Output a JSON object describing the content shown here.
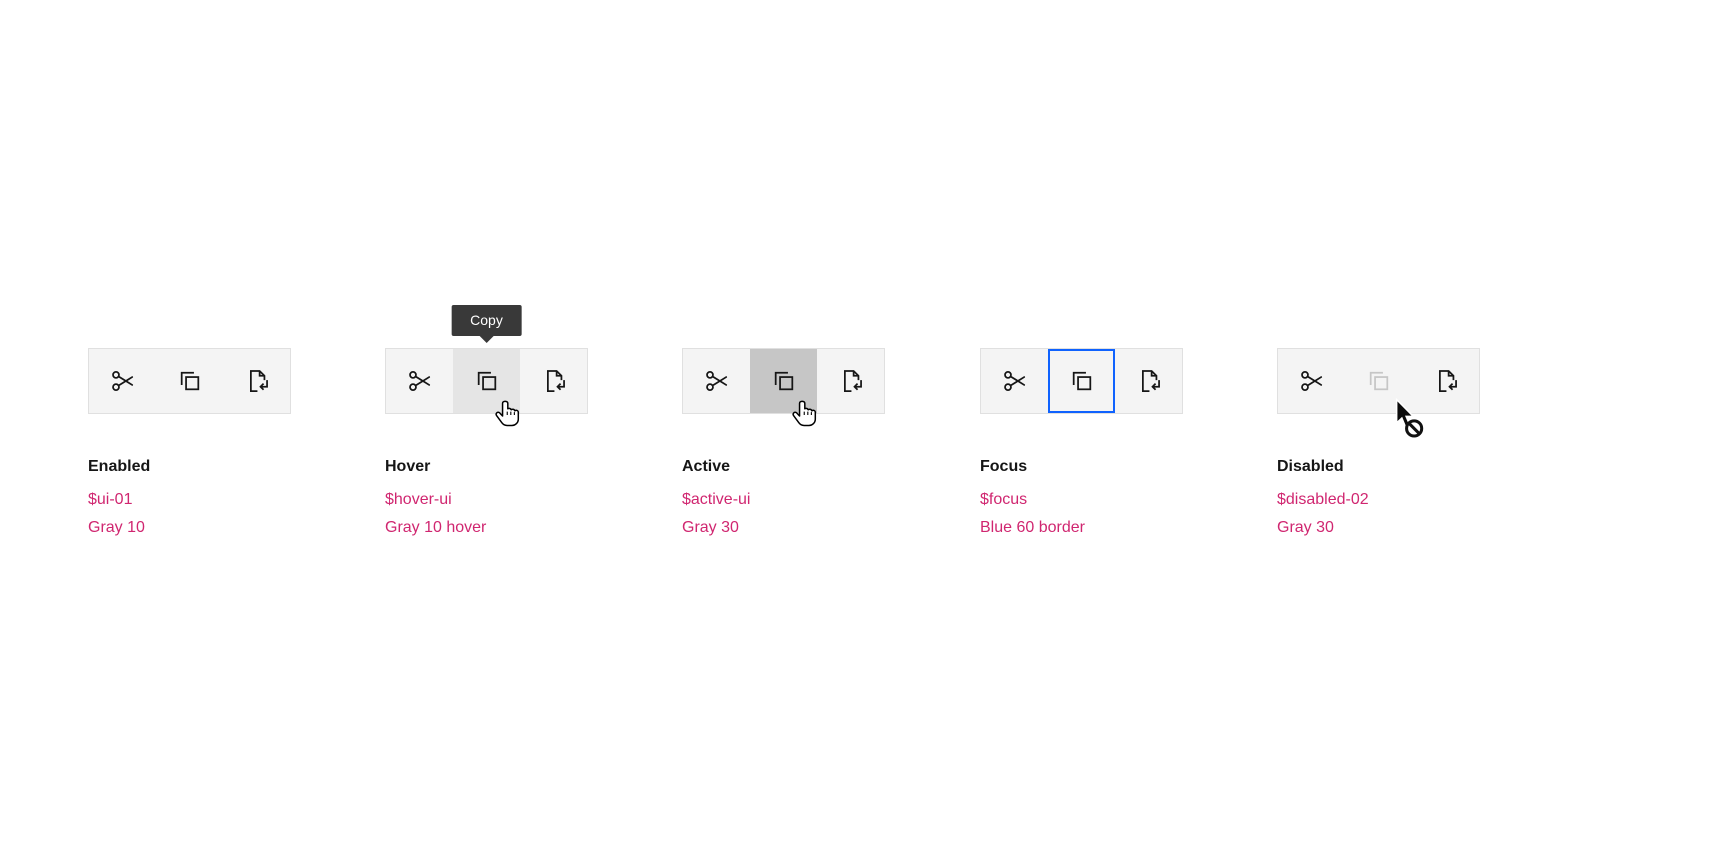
{
  "page": {
    "background": "#ffffff",
    "description": "Toolbar copy-button interactive states"
  },
  "tooltip": {
    "label": "Copy"
  },
  "toolbar": {
    "icons": [
      "cut-icon",
      "copy-icon",
      "paste-icon"
    ]
  },
  "cursors": {
    "hover": "pointer-hand-cursor-icon",
    "active": "pointer-hand-cursor-icon",
    "disabled": "not-allowed-cursor-icon"
  },
  "colors": {
    "toolbar_background": "#f4f4f4",
    "hover_background": "#e5e5e5",
    "active_background": "#c6c6c6",
    "focus_border": "#0f62fe",
    "icon_color": "#161616",
    "disabled_icon": "#c6c6c6",
    "title_text": "#161616",
    "token_text": "#d02670",
    "tooltip_background": "#393939",
    "tooltip_text": "#ffffff"
  },
  "states": [
    {
      "title": "Enabled",
      "token": "$ui-01",
      "value": "Gray 10"
    },
    {
      "title": "Hover",
      "token": "$hover-ui",
      "value": "Gray 10 hover"
    },
    {
      "title": "Active",
      "token": "$active-ui",
      "value": "Gray 30"
    },
    {
      "title": "Focus",
      "token": "$focus",
      "value": "Blue 60 border"
    },
    {
      "title": "Disabled",
      "token": "$disabled-02",
      "value": "Gray 30"
    }
  ]
}
